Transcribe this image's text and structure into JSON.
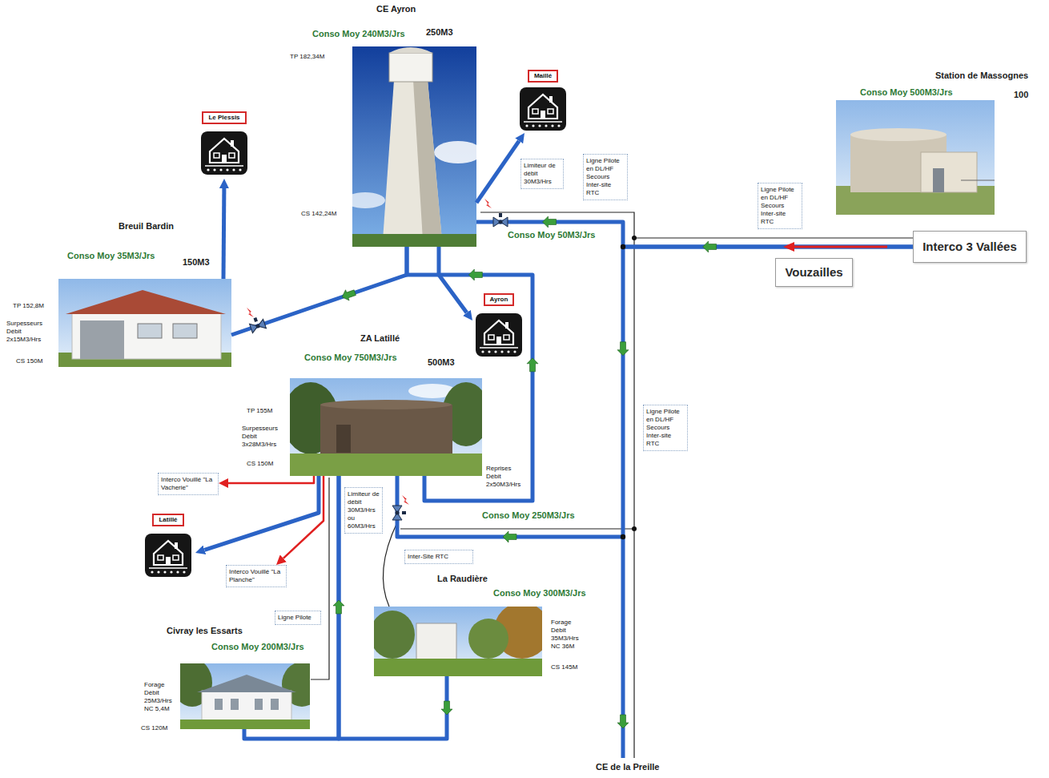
{
  "diagram": {
    "nodes": [
      {
        "text": [
          "CE Ayron",
          "Conso Moy 240M3/Jrs",
          "250M3",
          "TP 182,34M",
          "CS 142,24M"
        ]
      },
      {
        "text": [
          "Maillé"
        ]
      },
      {
        "text": [
          "Station de Massognes",
          "Conso Moy 500M3/Jrs",
          "100"
        ]
      },
      {
        "text": [
          "Le Plessis"
        ]
      },
      {
        "text": [
          "Limiteur de débit 30M3/Hrs"
        ]
      },
      {
        "text": [
          "Ligne Pilote en DL/HF Secours Inter-site RTC"
        ]
      },
      {
        "text": [
          "Ligne Pilote en DL/HF Secours Inter-site RTC"
        ]
      },
      {
        "text": [
          "Interco 3 Vallées"
        ]
      },
      {
        "text": [
          "Vouzailles"
        ]
      },
      {
        "text": [
          "Breuil Bardin",
          "Conso Moy 35M3/Jrs",
          "150M3",
          "TP 152,8M",
          "Surpesseurs Débit 2x15M3/Hrs",
          "CS 150M"
        ]
      },
      {
        "text": [
          "Ayron"
        ]
      },
      {
        "text": [
          "ZA Latillé",
          "Conso Moy 750M3/Jrs",
          "500M3",
          "TP 155M",
          "Surpesseurs Débit 3x28M3/Hrs",
          "CS 150M",
          "Reprises Débit 2x50M3/Hrs"
        ]
      },
      {
        "text": [
          "Ligne Pilote en DL/HF Secours Inter-site RTC"
        ]
      },
      {
        "text": [
          "Interco Vouillé \"La Vacherie\""
        ]
      },
      {
        "text": [
          "Limiteur de débit 30M3/Hrs ou 60M3/Hrs"
        ]
      },
      {
        "text": [
          "Latillé"
        ]
      },
      {
        "text": [
          "Inter-Site RTC"
        ]
      },
      {
        "text": [
          "Interco Vouillé \"La Planche\""
        ]
      },
      {
        "text": [
          "Ligne Pilote"
        ]
      },
      {
        "text": [
          "La Raudière",
          "Conso Moy 300M3/Jrs",
          "Forage Débit 35M3/Hrs NC 36M",
          "CS 145M"
        ]
      },
      {
        "text": [
          "Civray les Essarts",
          "Conso Moy 200M3/Jrs",
          "Forage Débit 25M3/Hrs NC 5,4M",
          "CS 120M"
        ]
      }
    ],
    "edges": [
      {
        "from": 0,
        "to": 1,
        "arrow": "to"
      },
      {
        "from": 7,
        "to": 0,
        "label": "Conso Moy 50M3/Jrs",
        "arrow": "to"
      },
      {
        "from": 0,
        "to": 9,
        "arrow": "to"
      },
      {
        "from": 9,
        "to": 3,
        "arrow": "to"
      },
      {
        "from": 0,
        "to": 10,
        "arrow": "to"
      },
      {
        "from": 11,
        "to": 0,
        "arrow": "to"
      },
      {
        "from": 7,
        "to": 11,
        "label": "Conso Moy 250M3/Jrs",
        "arrow": "to"
      },
      {
        "from": 11,
        "to": 15,
        "arrow": "to"
      },
      {
        "from": 11,
        "to": 13,
        "arrow": "to"
      },
      {
        "from": 11,
        "to": 17,
        "arrow": "to"
      },
      {
        "from": 20,
        "to": 11,
        "arrow": "to"
      },
      {
        "from": 19,
        "to": 11,
        "arrow": "to"
      }
    ],
    "labels": [
      "CE de la Preille"
    ]
  }
}
